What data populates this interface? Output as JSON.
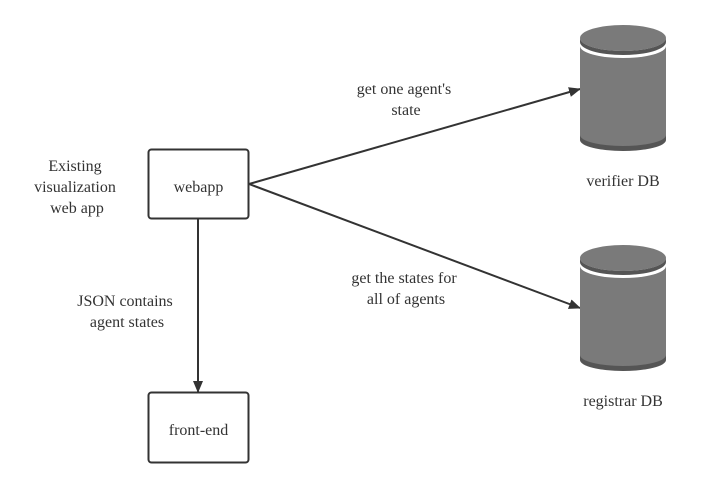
{
  "diagram": {
    "nodes": {
      "webapp": {
        "label": "webapp"
      },
      "frontend": {
        "label": "front-end"
      },
      "verifier_db": {
        "label": "verifier DB"
      },
      "registrar_db": {
        "label": "registrar DB"
      }
    },
    "notes": {
      "webapp_note": [
        "Existing",
        "visualization",
        "web app"
      ]
    },
    "edges": {
      "to_verifier": {
        "label": [
          "get one agent's",
          "state"
        ]
      },
      "to_registrar": {
        "label": [
          "get the states for",
          "all of agents"
        ]
      },
      "to_frontend": {
        "label": [
          "JSON contains",
          "agent states"
        ]
      }
    },
    "colors": {
      "line": "#333333",
      "cylinder_body": "#7a7a7a",
      "cylinder_dark": "#555555",
      "box_fill": "#ffffff"
    }
  }
}
